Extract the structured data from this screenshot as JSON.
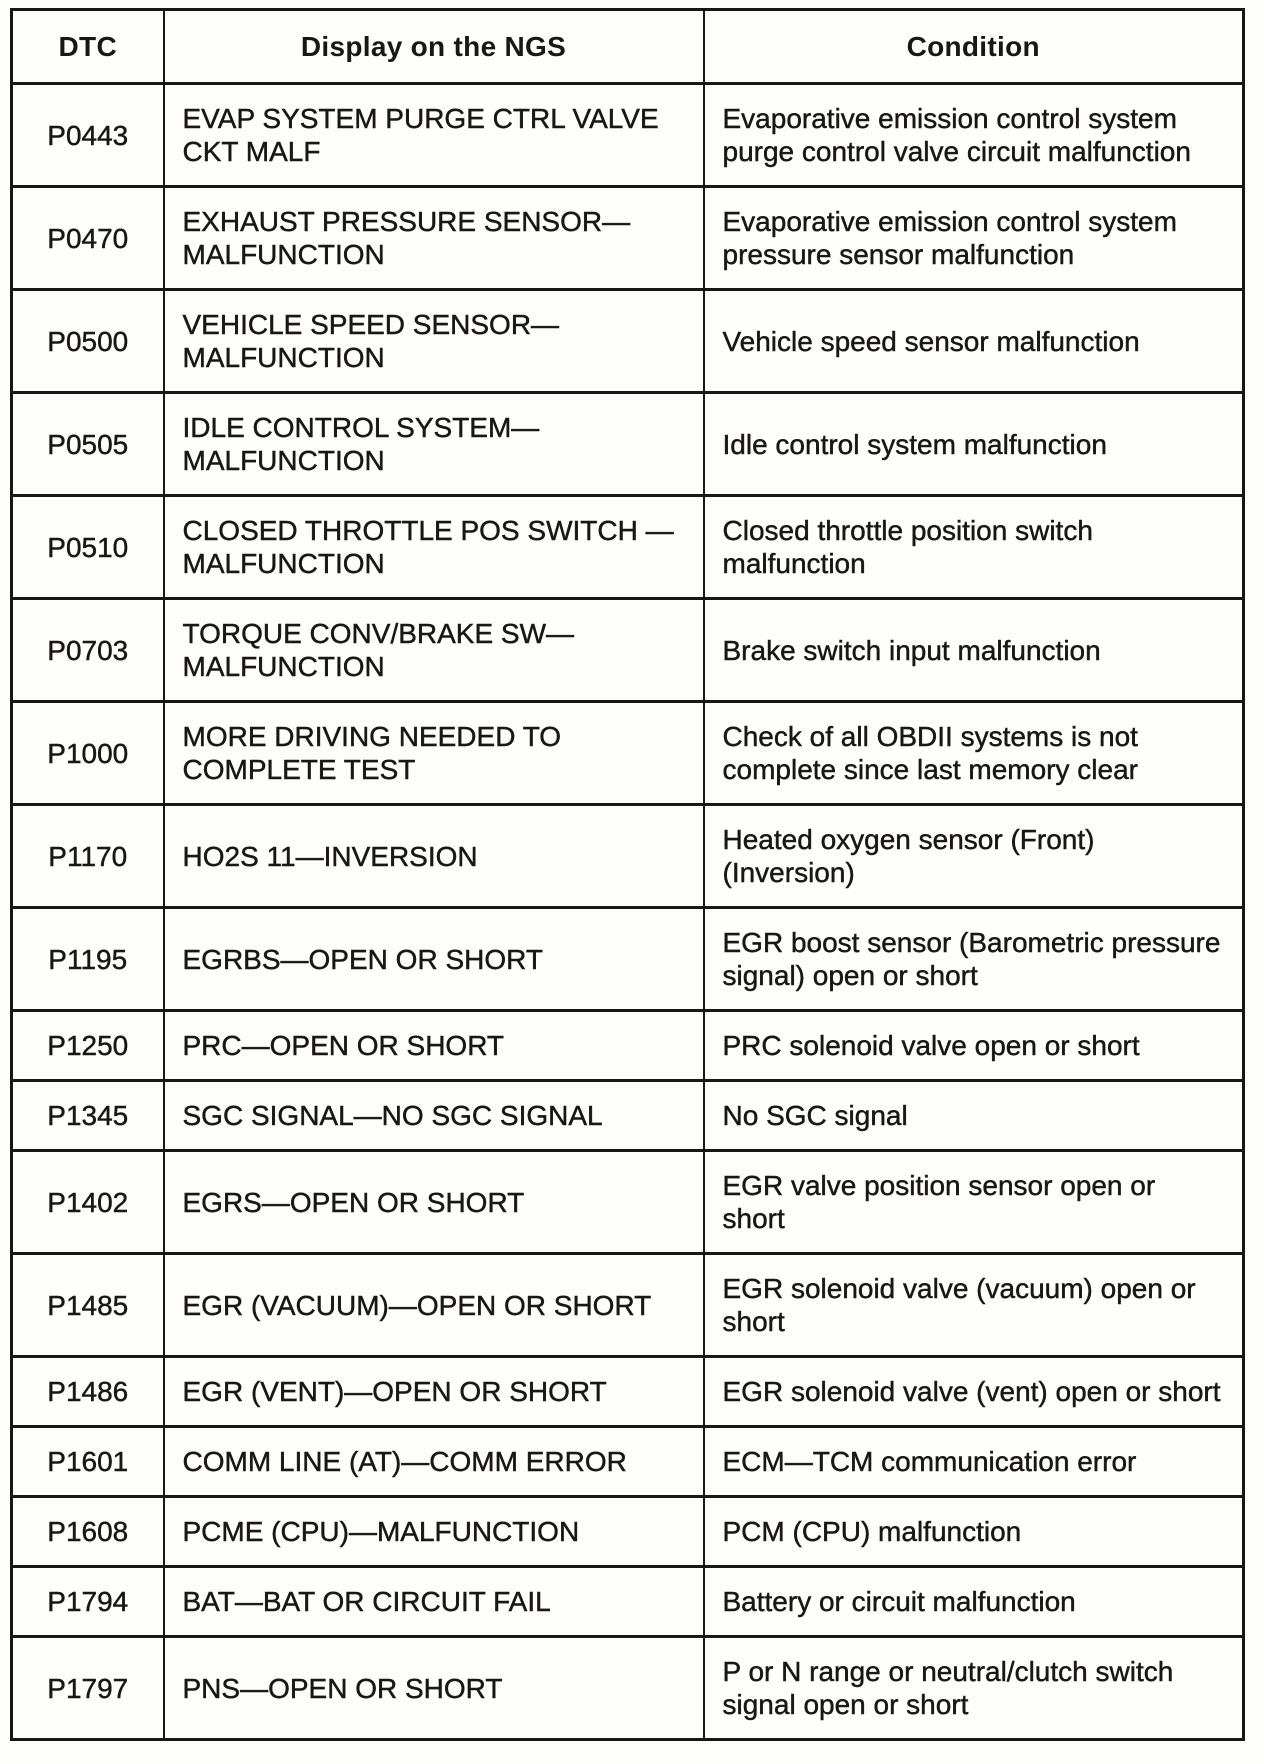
{
  "colors": {
    "ink": "#1a1713",
    "paper": "#fdfdfb"
  },
  "table": {
    "headers": {
      "dtc": "DTC",
      "display": "Display on the NGS",
      "condition": "Condition"
    },
    "rows": [
      {
        "dtc": "P0443",
        "display": "EVAP SYSTEM PURGE CTRL VALVE CKT MALF",
        "condition": "Evaporative emission control system purge control valve circuit malfunction"
      },
      {
        "dtc": "P0470",
        "display": "EXHAUST PRESSURE SENSOR—MALFUNCTION",
        "condition": "Evaporative emission control system pressure sensor malfunction"
      },
      {
        "dtc": "P0500",
        "display": "VEHICLE SPEED SENSOR—MALFUNCTION",
        "condition": "Vehicle speed sensor malfunction"
      },
      {
        "dtc": "P0505",
        "display": "IDLE CONTROL SYSTEM—MALFUNCTION",
        "condition": "Idle control system malfunction"
      },
      {
        "dtc": "P0510",
        "display": "CLOSED THROTTLE POS SWITCH —MALFUNCTION",
        "condition": "Closed throttle position switch malfunction"
      },
      {
        "dtc": "P0703",
        "display": "TORQUE CONV/BRAKE SW—MALFUNCTION",
        "condition": "Brake switch input malfunction"
      },
      {
        "dtc": "P1000",
        "display": "MORE DRIVING NEEDED TO COMPLETE TEST",
        "condition": "Check of all OBDII systems is not complete since last memory clear"
      },
      {
        "dtc": "P1170",
        "display": "HO2S 11—INVERSION",
        "condition": "Heated oxygen sensor (Front) (Inversion)"
      },
      {
        "dtc": "P1195",
        "display": "EGRBS—OPEN OR SHORT",
        "condition": "EGR boost sensor (Barometric pressure signal) open or short"
      },
      {
        "dtc": "P1250",
        "display": "PRC—OPEN OR SHORT",
        "condition": "PRC solenoid valve open or short"
      },
      {
        "dtc": "P1345",
        "display": "SGC SIGNAL—NO SGC SIGNAL",
        "condition": "No SGC signal"
      },
      {
        "dtc": "P1402",
        "display": "EGRS—OPEN OR SHORT",
        "condition": "EGR valve position sensor open or short"
      },
      {
        "dtc": "P1485",
        "display": "EGR (VACUUM)—OPEN OR SHORT",
        "condition": "EGR solenoid valve (vacuum) open or short"
      },
      {
        "dtc": "P1486",
        "display": "EGR (VENT)—OPEN OR SHORT",
        "condition": "EGR solenoid valve (vent) open or short"
      },
      {
        "dtc": "P1601",
        "display": "COMM LINE (AT)—COMM ERROR",
        "condition": "ECM—TCM communication error"
      },
      {
        "dtc": "P1608",
        "display": "PCME (CPU)—MALFUNCTION",
        "condition": "PCM (CPU) malfunction"
      },
      {
        "dtc": "P1794",
        "display": "BAT—BAT OR CIRCUIT FAIL",
        "condition": "Battery or circuit malfunction"
      },
      {
        "dtc": "P1797",
        "display": "PNS—OPEN OR SHORT",
        "condition": "P or N range or neutral/clutch switch signal open or short"
      }
    ]
  }
}
